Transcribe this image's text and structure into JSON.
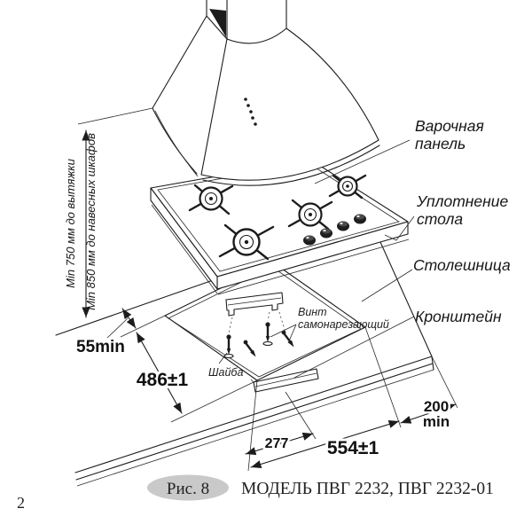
{
  "page": {
    "number": "2",
    "line_color": "#1c1c1c",
    "background": "#ffffff"
  },
  "caption": {
    "tag": "Рис. 8",
    "tag_bg": "#c9c9c9",
    "title": "МОДЕЛЬ ПВГ 2232, ПВГ 2232-01"
  },
  "part_labels": {
    "hob_line1": "Варочная",
    "hob_line2": "панель",
    "seal_line1": "Уплотнение",
    "seal_line2": "стола",
    "countertop": "Столешница",
    "bracket": "Кронштейн",
    "screw_line1": "Винт",
    "screw_line2": "самонарезающий",
    "washer": "Шайба"
  },
  "dimensions": {
    "hood_clearance": "Min 750 мм до вытяжки",
    "cabinets_clearance": "Min 850 мм до навесных шкафов",
    "edge_to_cutout_min": "55min",
    "cutout_depth": "486±1",
    "center_offset": "277",
    "cutout_width": "554±1",
    "right_margin_value": "200",
    "right_margin_unit": "min"
  }
}
